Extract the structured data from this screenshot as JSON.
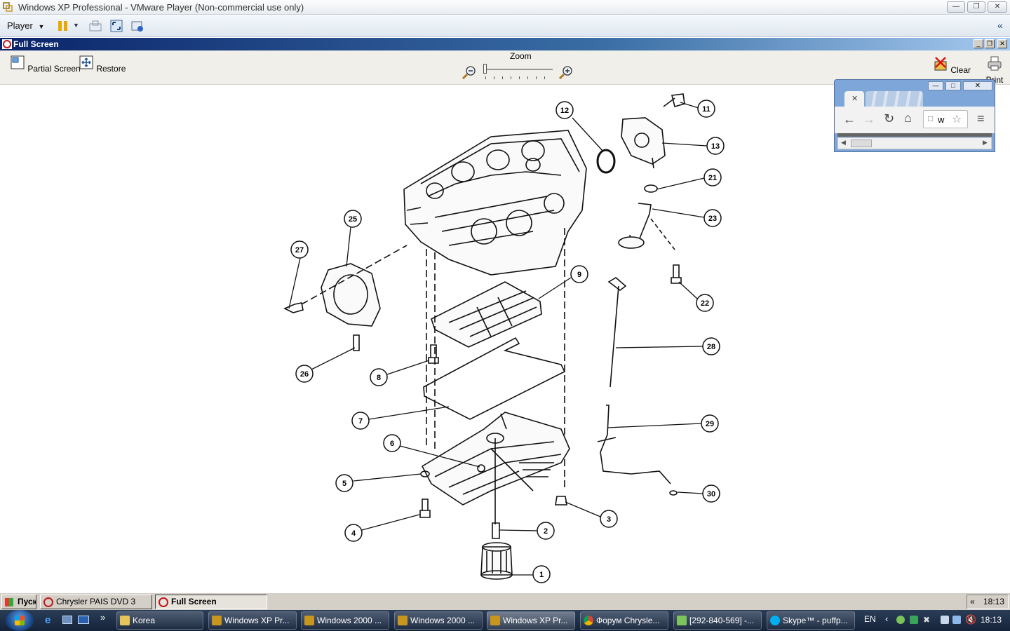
{
  "vm_window": {
    "title": "Windows XP Professional - VMware Player (Non-commercial use only)",
    "player_menu": "Player"
  },
  "fs_window": {
    "title": "Full Screen",
    "tools": {
      "partial_screen": "Partial Screen",
      "restore": "Restore",
      "zoom": "Zoom",
      "clear": "Clear",
      "print": "Print"
    }
  },
  "chrome_window": {
    "address": "w"
  },
  "diagram": {
    "callouts": [
      {
        "id": "c1",
        "label": "1"
      },
      {
        "id": "c2",
        "label": "2"
      },
      {
        "id": "c3",
        "label": "3"
      },
      {
        "id": "c4",
        "label": "4"
      },
      {
        "id": "c5",
        "label": "5"
      },
      {
        "id": "c6",
        "label": "6"
      },
      {
        "id": "c7",
        "label": "7"
      },
      {
        "id": "c8",
        "label": "8"
      },
      {
        "id": "c9",
        "label": "9"
      },
      {
        "id": "c11",
        "label": "11"
      },
      {
        "id": "c12",
        "label": "12"
      },
      {
        "id": "c13",
        "label": "13"
      },
      {
        "id": "c21",
        "label": "21"
      },
      {
        "id": "c22",
        "label": "22"
      },
      {
        "id": "c23",
        "label": "23"
      },
      {
        "id": "c25",
        "label": "25"
      },
      {
        "id": "c26",
        "label": "26"
      },
      {
        "id": "c27",
        "label": "27"
      },
      {
        "id": "c28",
        "label": "28"
      },
      {
        "id": "c29",
        "label": "29"
      },
      {
        "id": "c30",
        "label": "30"
      }
    ]
  },
  "classic_taskbar": {
    "start_label": "Пуск",
    "items": [
      {
        "label": "Chrysler PAIS DVD 3"
      },
      {
        "label": "Full Screen"
      }
    ],
    "clock": "18:13",
    "collapse": "«"
  },
  "win7_taskbar": {
    "items": [
      {
        "label": "Korea"
      },
      {
        "label": "Windows XP Pr..."
      },
      {
        "label": "Windows 2000 ..."
      },
      {
        "label": "Windows 2000 ..."
      },
      {
        "label": "Windows XP Pr..."
      },
      {
        "label": "Форум Chrysle..."
      },
      {
        "label": "[292-840-569] -..."
      },
      {
        "label": "Skype™ - puffp..."
      }
    ],
    "lang": "EN",
    "clock": "18:13",
    "overflow": "»"
  },
  "colors": {
    "xp_title_start": "#0a246a",
    "xp_title_end": "#a6caf0",
    "win7_taskbar": "#15233a"
  }
}
